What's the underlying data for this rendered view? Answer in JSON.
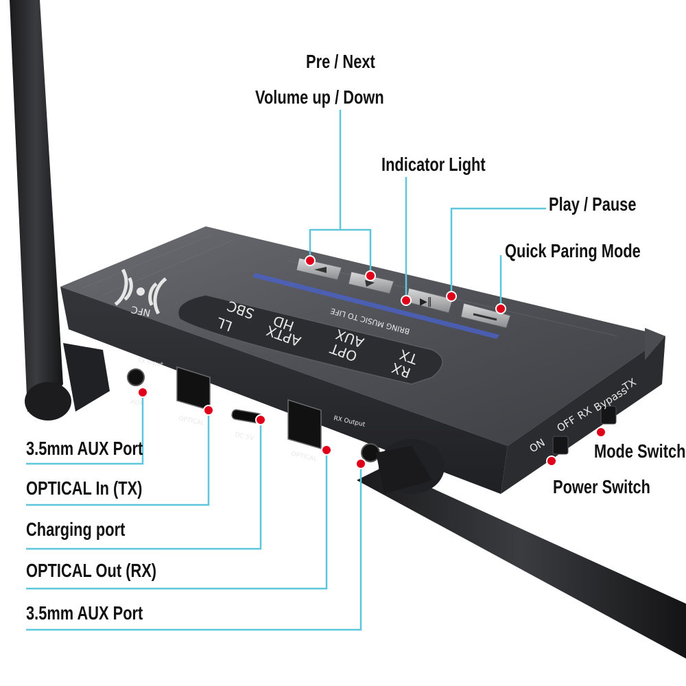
{
  "callouts": {
    "pre_next": "Pre / Next",
    "volume": "Volume up / Down",
    "indicator": "Indicator Light",
    "play_pause": "Play / Pause",
    "quick_pairing": "Quick Paring Mode",
    "mode_switch": "Mode Switch",
    "power_switch": "Power Switch",
    "aux_port_1": "3.5mm AUX Port",
    "optical_in": "OPTICAL In (TX)",
    "charging": "Charging port",
    "optical_out": "OPTICAL Out (RX)",
    "aux_port_2": "3.5mm AUX Port"
  },
  "device": {
    "nfc": "NFC",
    "slogan": "BRING MUSIC TO LIFE",
    "modes": [
      "RX",
      "TX",
      "OPT",
      "AUX",
      "APTX",
      "HD",
      "LL",
      "SBC"
    ],
    "port_labels": {
      "tx_input": "TX Input",
      "aux": "AUX",
      "optical_left": "OPTICAL",
      "dc": "DC 5V",
      "rx_output": "RX Output",
      "optical_right": "OPTICAL"
    },
    "switch_labels": {
      "on": "ON",
      "off": "OFF",
      "rx": "RX",
      "bypass": "Bypass",
      "tx": "TX"
    }
  },
  "colors": {
    "leader_line": "#5cc6dc",
    "marker_fill": "#e0001b",
    "body_dark": "#3a3b3f",
    "body_top": "#55575c"
  }
}
